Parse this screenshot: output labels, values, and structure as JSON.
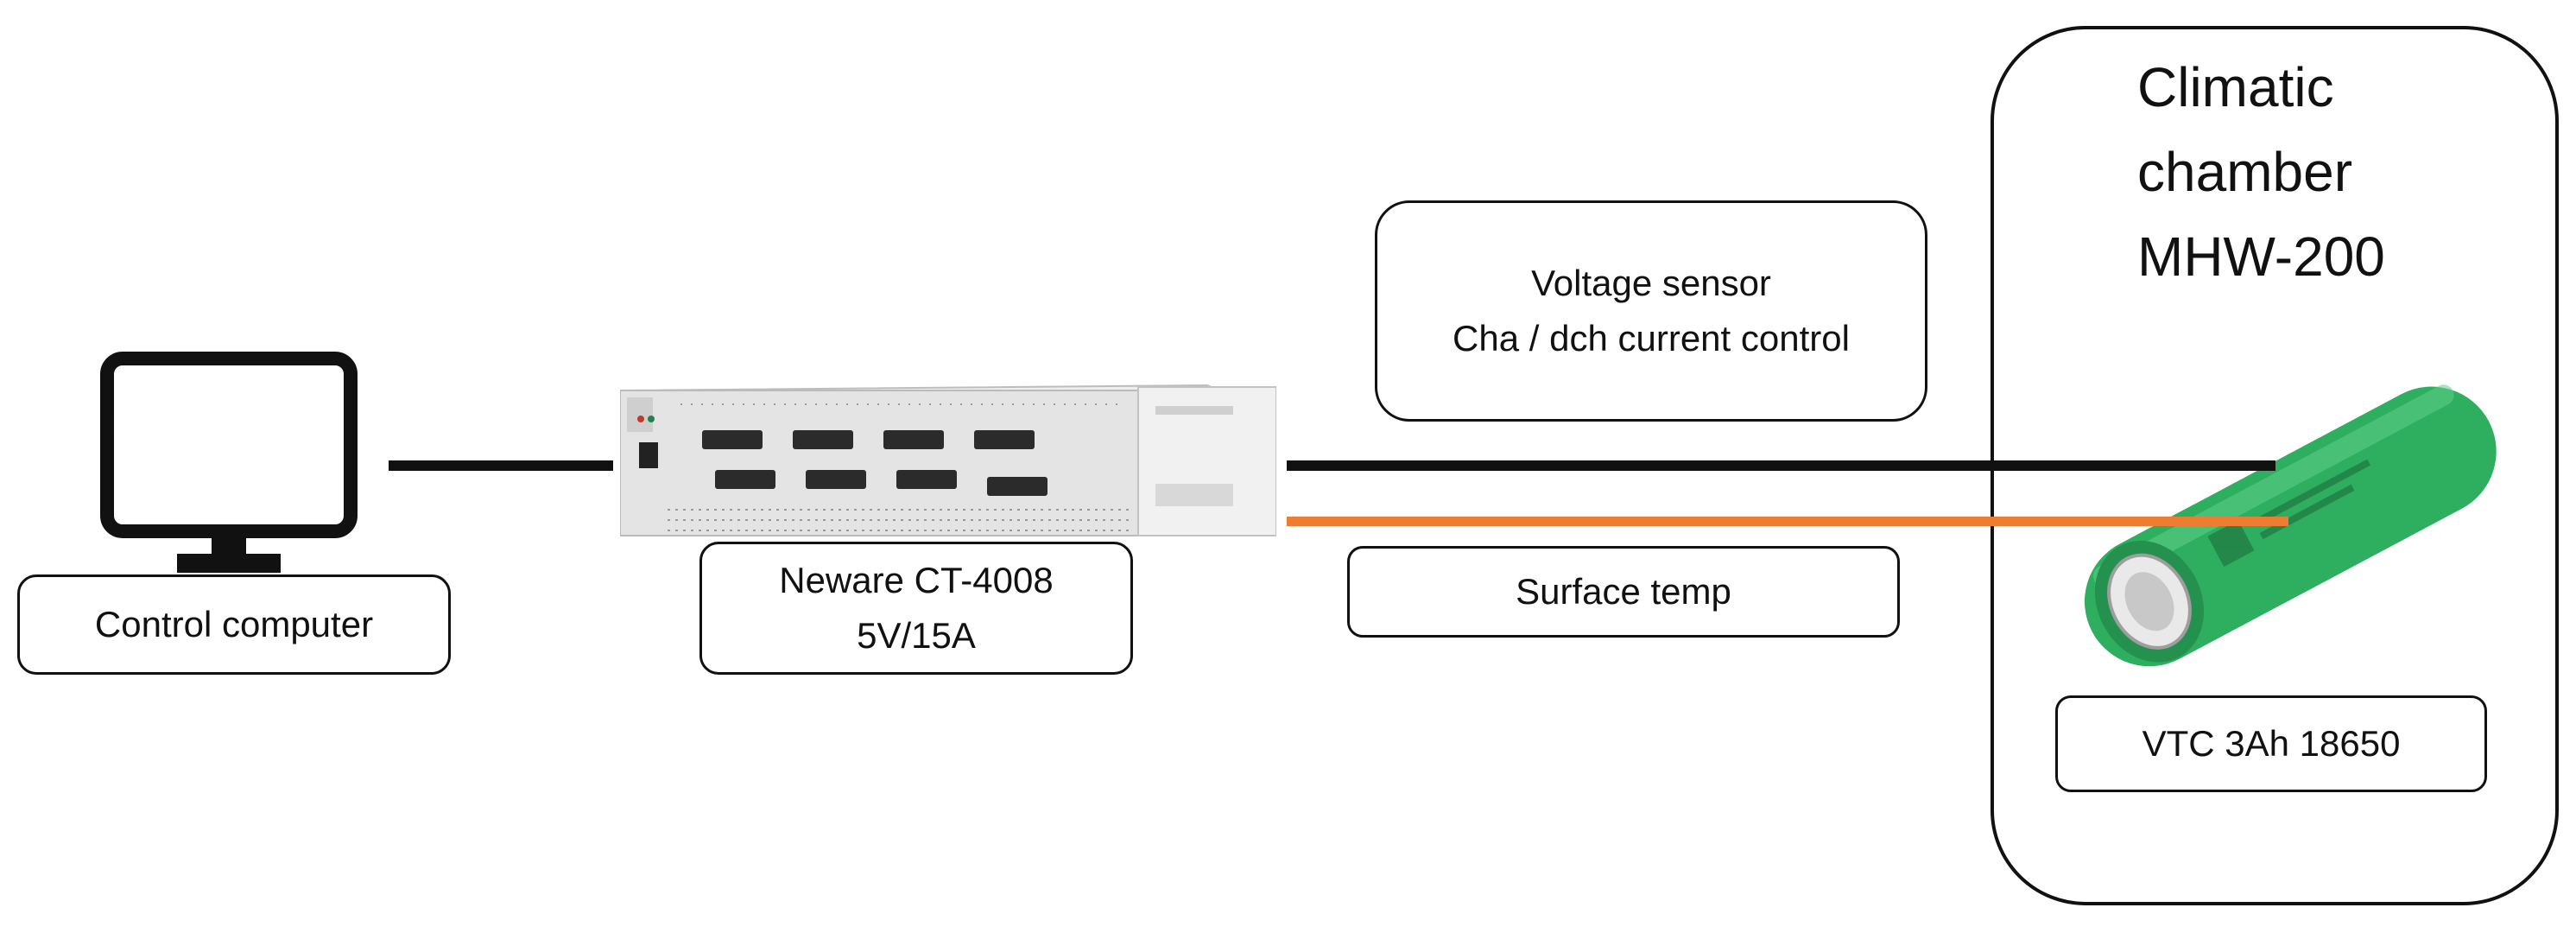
{
  "diagram": {
    "control_computer": {
      "label": "Control computer"
    },
    "cycler": {
      "label_line1": "Neware CT-4008",
      "label_line2": "5V/15A"
    },
    "signal_box": {
      "line1": "Voltage sensor",
      "line2": "Cha / dch current control"
    },
    "temp_box": {
      "label": "Surface temp"
    },
    "chamber": {
      "line1": "Climatic",
      "line2": "chamber",
      "line3": "MHW-200"
    },
    "cell": {
      "label": "VTC 3Ah 18650"
    },
    "colors": {
      "outline": "#111111",
      "temp_line": "#ED7D31",
      "cell_green": "#2EAE5F",
      "cycler_body": "#E6E6E6"
    }
  }
}
